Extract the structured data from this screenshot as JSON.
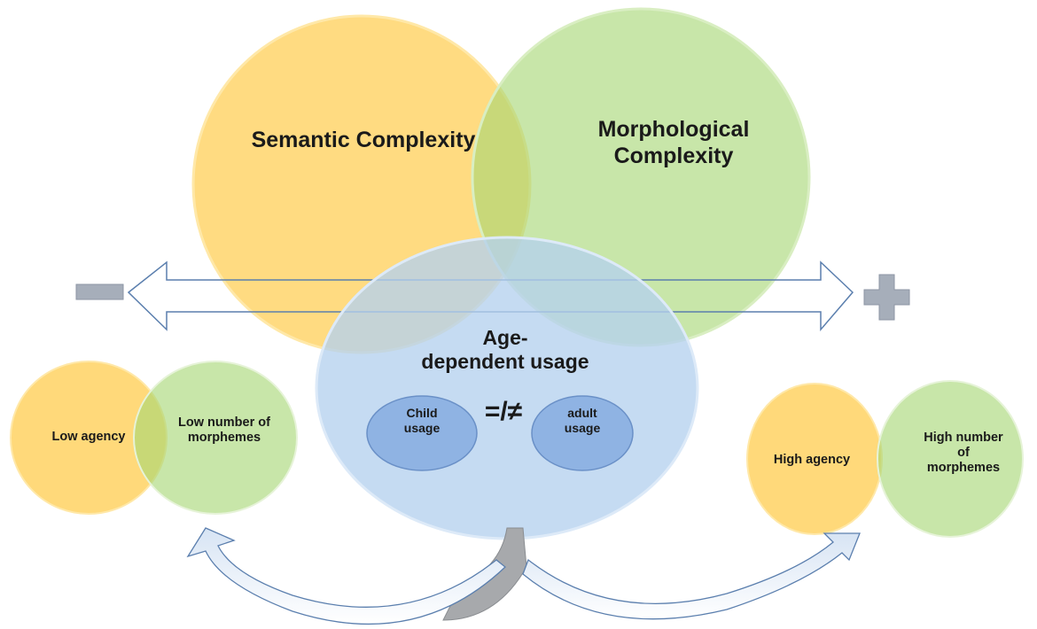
{
  "diagram": {
    "circles": {
      "semantic": {
        "label": "Semantic Complexity",
        "color": "#ffd56b"
      },
      "morphological": {
        "label": "Morphological\nComplexity",
        "color": "#b9de8c"
      },
      "age_dependent": {
        "label": "Age-\ndependent  usage",
        "color": "#b5d1ee"
      },
      "child_usage": {
        "label": "Child\nusage",
        "color": "#8fb3e3"
      },
      "adult_usage": {
        "label": "adult\nusage",
        "color": "#8fb3e3"
      },
      "low_agency": {
        "label": "Low agency",
        "color": "#ffd56b"
      },
      "low_morphemes": {
        "label": "Low number of\nmorphemes",
        "color": "#b9de8c"
      },
      "high_agency": {
        "label": "High agency",
        "color": "#ffd56b"
      },
      "high_morphemes": {
        "label": "High number\nof\nmorphemes",
        "color": "#b9de8c"
      }
    },
    "relation_symbol": "=/≠",
    "scale": {
      "minus_symbol": "minus-icon",
      "plus_symbol": "plus-icon",
      "sign_color": "#a6aeba",
      "arrow_stroke": "#5b7fae"
    }
  }
}
